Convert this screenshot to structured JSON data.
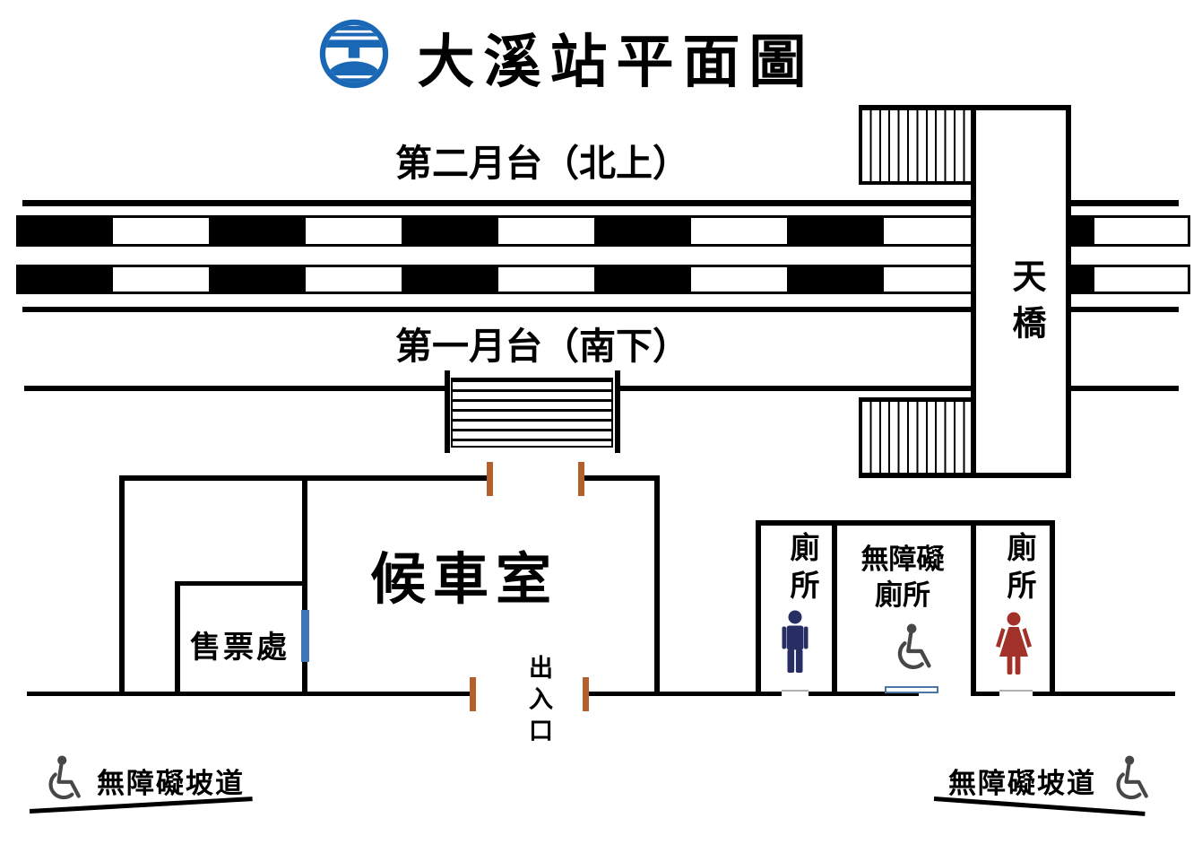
{
  "header": {
    "title": "大溪站平面圖",
    "logo": "taiwan-railways-emblem"
  },
  "platforms": {
    "platform2_label": "第二月台（北上）",
    "platform1_label": "第一月台（南下）"
  },
  "footbridge": {
    "label": "天橋"
  },
  "waiting_room": {
    "label": "候車室"
  },
  "ticket_office": {
    "label": "售票處"
  },
  "entrance": {
    "label": "出入口"
  },
  "toilets": {
    "men_label": "廁所",
    "women_label": "廁所",
    "accessible_line1": "無障礙",
    "accessible_line2": "廁所",
    "men_icon": "man-icon",
    "women_icon": "woman-icon",
    "accessible_icon": "wheelchair-icon"
  },
  "ramps": {
    "left_label": "無障礙坡道",
    "right_label": "無障礙坡道",
    "left_icon": "wheelchair-icon",
    "right_icon": "wheelchair-icon"
  },
  "colors": {
    "logo_blue": "#1a67b5",
    "gate_post_orange": "#b4602c",
    "door_blue": "#3f76b8",
    "threshold_blue": "#4a77a8",
    "men_navy": "#262e63",
    "women_red": "#a23229",
    "icon_gray": "#474747",
    "line_black": "#000000"
  }
}
